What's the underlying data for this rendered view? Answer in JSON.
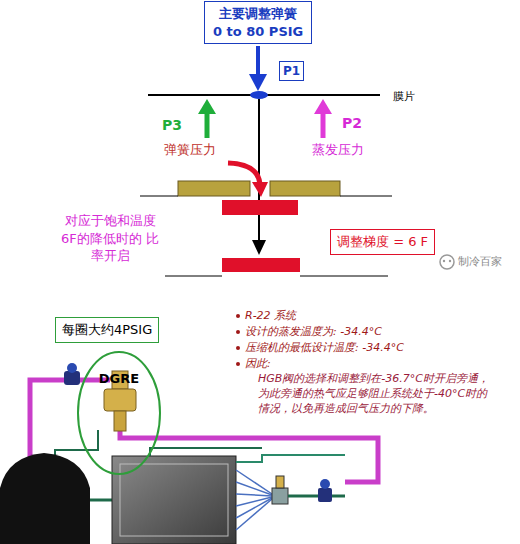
{
  "diagram": {
    "nodes": [
      {
        "text": [
          "主要调整弹簧",
          "0 to 80 PSIG"
        ]
      },
      {
        "text": [
          "P1"
        ]
      },
      {
        "text": [
          "调整梯度 = 6 F"
        ]
      },
      {
        "text": [
          "每圈大约4PSIG"
        ]
      },
      {
        "text": [
          "DGRE"
        ]
      }
    ],
    "labels": [
      "膜片",
      "P3",
      "弹簧压力",
      "P2",
      "蒸发压力",
      "对应于饱和温度 6F的降低时的 比率开启",
      "制冷百家",
      "R-22 系统",
      "设计的蒸发温度为: -34.4°C",
      "压缩机的最低设计温度: -34.4°C",
      "因此:",
      "HGB阀的选择和调整到在-36.7°C时开启旁通，为此旁通的热气应足够阻止系统处于-40°C时的情况，以免再造成回气压力的下降。"
    ]
  }
}
